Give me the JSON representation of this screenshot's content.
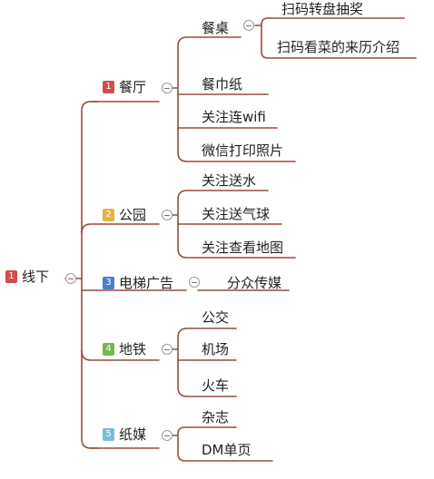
{
  "colors": {
    "line": "#9a4a3c",
    "badge_1": "#d24c4c",
    "badge_2": "#e7b23b",
    "badge_3": "#4a7fc4",
    "badge_4": "#72b84f",
    "badge_5": "#7bbcd6"
  },
  "root": {
    "badge": "1",
    "label": "线下"
  },
  "branches": [
    {
      "badge": "1",
      "label": "餐厅",
      "children": [
        {
          "label": "餐桌",
          "children": [
            {
              "label": "扫码转盘抽奖"
            },
            {
              "label": "扫码看菜的来历介绍"
            }
          ]
        },
        {
          "label": "餐巾纸"
        },
        {
          "label": "关注连wifi"
        },
        {
          "label": "微信打印照片"
        }
      ]
    },
    {
      "badge": "2",
      "label": "公园",
      "children": [
        {
          "label": "关注送水"
        },
        {
          "label": "关注送气球"
        },
        {
          "label": "关注查看地图"
        }
      ]
    },
    {
      "badge": "3",
      "label": "电梯广告",
      "children": [
        {
          "label": "分众传媒"
        }
      ]
    },
    {
      "badge": "4",
      "label": "地铁",
      "children": [
        {
          "label": "公交"
        },
        {
          "label": "机场"
        },
        {
          "label": "火车"
        }
      ]
    },
    {
      "badge": "5",
      "label": "纸媒",
      "children": [
        {
          "label": "杂志"
        },
        {
          "label": "DM单页"
        }
      ]
    }
  ]
}
